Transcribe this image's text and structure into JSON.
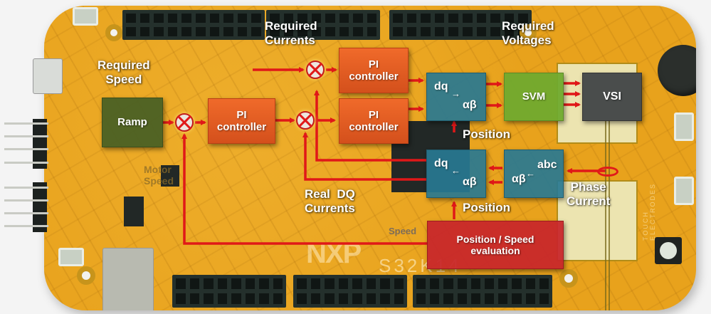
{
  "board": {
    "vendor_logo": "NXP",
    "model_silkscreen": "S32K14",
    "silkscreen_side": "TOUCH ELECTRODES"
  },
  "blocks": {
    "ramp": "Ramp",
    "pi_speed": [
      "PI",
      "controller"
    ],
    "pi_d": [
      "PI",
      "controller"
    ],
    "pi_q": [
      "PI",
      "controller"
    ],
    "park_inverse": {
      "from": "dq",
      "to": "αβ",
      "arrow": "→"
    },
    "park": {
      "from": "αβ",
      "to": "dq",
      "arrow": "←"
    },
    "clarke": {
      "from": "abc",
      "to": "αβ",
      "arrow": "←"
    },
    "svm": "SVM",
    "vsi": "VSI",
    "pos_speed_eval": [
      "Position / Speed",
      "evaluation"
    ]
  },
  "labels": {
    "required_speed": [
      "Required",
      "Speed"
    ],
    "required_currents": [
      "Required",
      "Currents"
    ],
    "required_voltages": [
      "Required",
      "Voltages"
    ],
    "position_top": "Position",
    "position_bottom": "Position",
    "real_dq_currents": [
      "Real  DQ",
      "Currents"
    ],
    "phase_current": [
      "Phase",
      "Current"
    ],
    "motor_speed": [
      "Motor",
      "Speed"
    ],
    "speed_feedback": "Speed"
  },
  "colors": {
    "board": "#e8a21c",
    "pi_controller": "#e85e24",
    "ramp": "#4a6024",
    "transform": "#28788f",
    "svm": "#70aa2e",
    "vsi": "#4a4d4c",
    "evaluation": "#c8262a",
    "signal_arrow": "#e01818"
  }
}
